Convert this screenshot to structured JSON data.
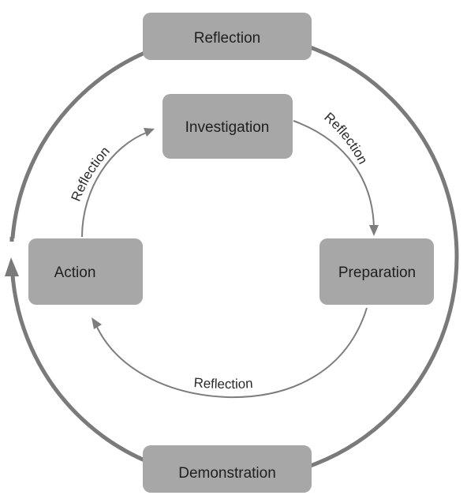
{
  "diagram": {
    "outer_cycle": {
      "top_node": "Reflection",
      "bottom_node": "Demonstration"
    },
    "inner_cycle": {
      "nodes": {
        "investigation": "Investigation",
        "preparation": "Preparation",
        "action": "Action"
      },
      "arc_labels": {
        "investigation_to_preparation": "Reflection",
        "preparation_to_action": "Reflection",
        "action_to_investigation": "Reflection"
      }
    }
  }
}
